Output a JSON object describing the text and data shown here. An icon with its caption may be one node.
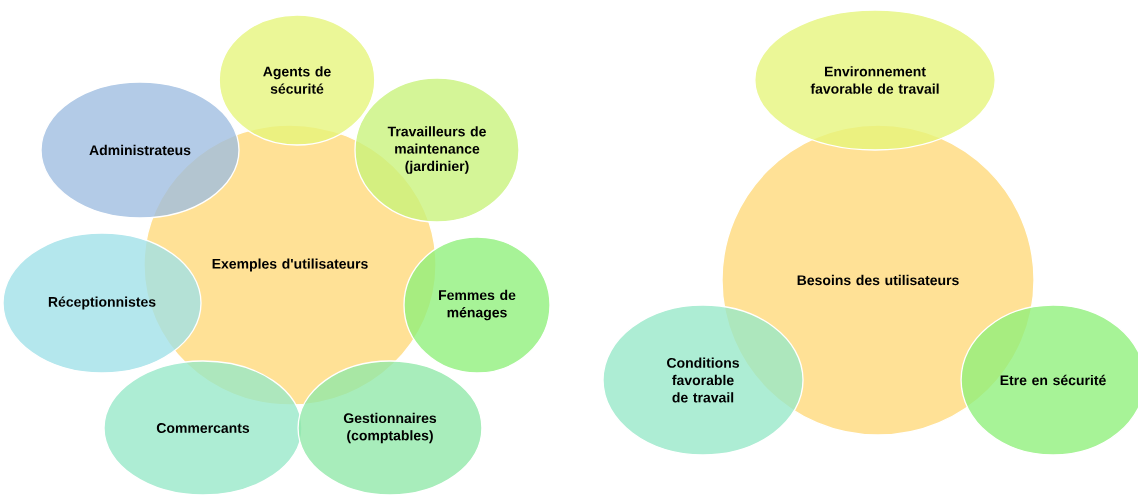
{
  "diagram": {
    "nodes": [
      {
        "text": [
          "Exemples d'utilisateurs"
        ]
      },
      {
        "text": [
          "Agents de sécurité"
        ]
      },
      {
        "text": [
          "Administrateus"
        ]
      },
      {
        "text": [
          "Travailleurs de maintenance (jardinier)"
        ]
      },
      {
        "text": [
          "Réceptionnistes"
        ]
      },
      {
        "text": [
          "Femmes de ménages"
        ]
      },
      {
        "text": [
          "Commercants"
        ]
      },
      {
        "text": [
          "Gestionnaires (comptables)"
        ]
      },
      {
        "text": [
          "Besoins des utilisateurs"
        ]
      },
      {
        "text": [
          "Environnement favorable de travail"
        ]
      },
      {
        "text": [
          "Conditions favorable de travail"
        ]
      },
      {
        "text": [
          "Etre en sécurité"
        ]
      }
    ]
  }
}
